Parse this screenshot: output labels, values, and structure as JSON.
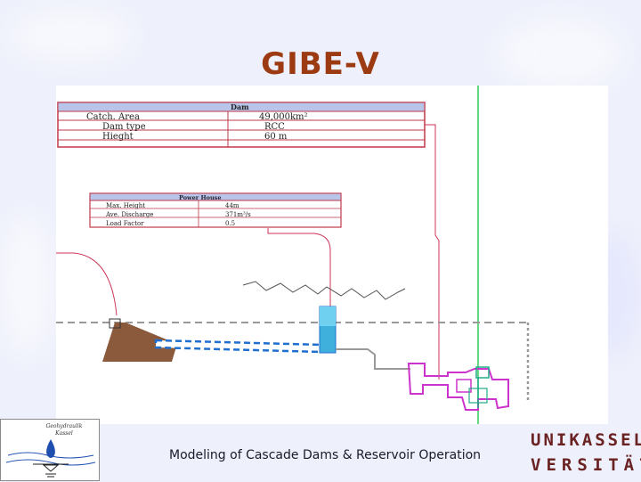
{
  "title": "GIBE-V",
  "footer": {
    "caption": "Modeling of Cascade Dams & Reservoir Operation"
  },
  "logos": {
    "left_line1": "Geohydraulik",
    "left_line2": "Kassel",
    "right_line1": "UNIKASSEL",
    "right_line2": "VERSITÄT"
  },
  "dam_table": {
    "heading": "Dam",
    "rows": [
      {
        "label": "Catch. Area",
        "value": "49,000km²"
      },
      {
        "label": "Dam type",
        "value": "RCC"
      },
      {
        "label": "Hieght",
        "value": "60 m"
      }
    ]
  },
  "powerhouse_table": {
    "heading": "Power House",
    "rows": [
      {
        "label": "Max. Height",
        "value": "44m"
      },
      {
        "label": "Ave. Discharge",
        "value": "371m³/s"
      },
      {
        "label": "Load Factor",
        "value": "0.5"
      }
    ]
  },
  "colors": {
    "title": "#9c3b12",
    "table_border": "#c0394a",
    "table_header_fill": "#b8c4e8",
    "dam_fill": "#8b5a3c",
    "water_blue": "#1e6fd0",
    "surge_tank": "#3fb0dc",
    "pipe_magenta": "#cc33cc",
    "vertical_line": "#33cc55",
    "leader_line": "#cc3355",
    "dashed_line": "#999999"
  }
}
